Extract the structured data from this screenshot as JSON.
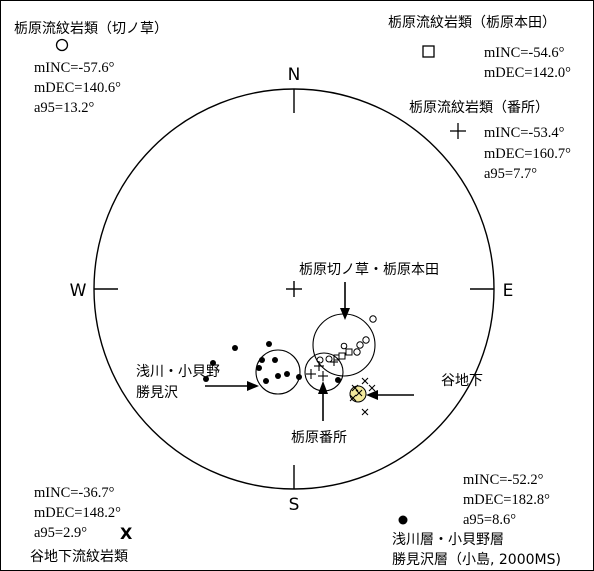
{
  "diagram": {
    "compass": {
      "north": "N",
      "south": "S",
      "east": "E",
      "west": "W"
    },
    "legends": {
      "kiri": {
        "title": "栃原流紋岩類（切ノ草）",
        "minc": "mINC=-57.6°",
        "mdec": "mDEC=140.6°",
        "a95": "a95=13.2°",
        "symbol": "circle-open-icon"
      },
      "honda": {
        "title": "栃原流紋岩類（栃原本田）",
        "minc": "mINC=-54.6°",
        "mdec": "mDEC=142.0°",
        "symbol": "square-open-icon"
      },
      "banjo": {
        "title": "栃原流紋岩類（番所）",
        "minc": "mINC=-53.4°",
        "mdec": "mDEC=160.7°",
        "a95": "a95=7.7°",
        "symbol": "plus-icon"
      },
      "yachi": {
        "minc": "mINC=-36.7°",
        "mdec": "mDEC=148.2°",
        "a95": "a95=2.9°",
        "marker": "X",
        "title": "谷地下流紋岩類",
        "symbol": "x-icon"
      },
      "asakawa": {
        "minc": "mINC=-52.2°",
        "mdec": "mDEC=182.8°",
        "a95": "a95=8.6°",
        "title_line1": "浅川層・小貝野層",
        "title_line2": "勝見沢層（小島, 2000MS)",
        "symbol": "circle-filled-icon"
      }
    },
    "annotations": {
      "kiri_honda": "栃原切ノ草・栃原本田",
      "asakawa_line1": "浅川・小貝野",
      "asakawa_line2": "勝見沢",
      "yachi": "谷地下",
      "banjo": "栃原番所"
    }
  }
}
